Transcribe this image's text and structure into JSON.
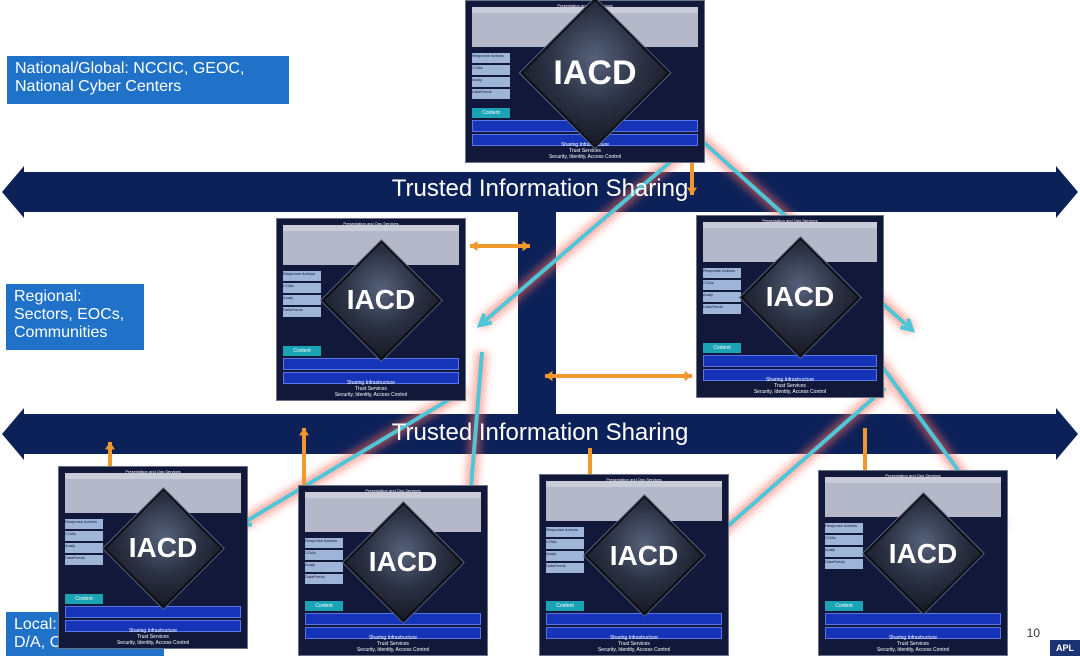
{
  "tiers": {
    "national": [
      "National/Global:  NCCIC, GEOC,",
      "National Cyber Centers"
    ],
    "regional": [
      "Regional:",
      "Sectors, EOCs,",
      "Communities"
    ],
    "local": [
      "Local:  Enterprise,",
      "D/A, CIKR, B/P/C"
    ]
  },
  "banners": {
    "top": "Trusted Information Sharing",
    "bottom": "Trusted Information Sharing"
  },
  "node_label": "IACD",
  "node_header": "Presentation and Ops Services",
  "node_footer": [
    "Sharing Infrastructure",
    "Trust Services",
    "Security, Identity, Access Control"
  ],
  "node_side_items": [
    "Response Actions",
    "COAs",
    "Analy",
    "DataFeeds"
  ],
  "node_content_tag": "Content",
  "page_number": "10",
  "corner_logo": "APL",
  "colors": {
    "banner": "#0d2159",
    "label_bg": "#1f72c8",
    "arrow_teal": "#4fc6d8",
    "glow": "#ff6a5a",
    "orange": "#f2962e"
  }
}
